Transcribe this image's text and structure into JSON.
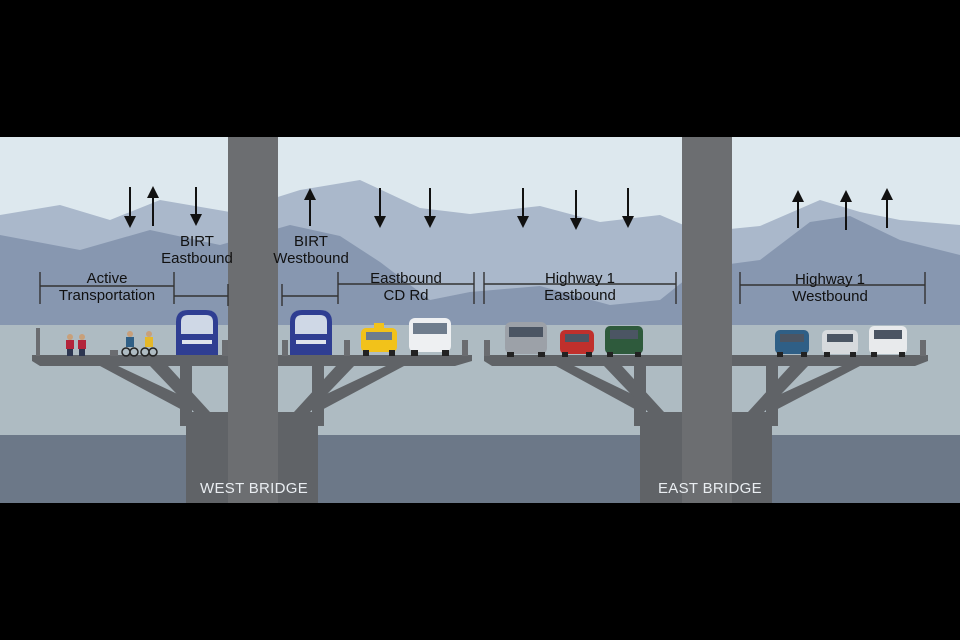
{
  "labels": {
    "active_line1": "Active",
    "active_line2": "Transportation",
    "birt_eb_line1": "BIRT",
    "birt_eb_line2": "Eastbound",
    "birt_wb_line1": "BIRT",
    "birt_wb_line2": "Westbound",
    "cd_line1": "Eastbound",
    "cd_line2": "CD Rd",
    "hwy_eb_line1": "Highway 1",
    "hwy_eb_line2": "Eastbound",
    "hwy_wb_line1": "Highway 1",
    "hwy_wb_line2": "Westbound"
  },
  "bridges": {
    "west": "WEST BRIDGE",
    "east": "EAST BRIDGE"
  },
  "colors": {
    "sky": "#dfe9ee",
    "mountain_far": "#a6b4c8",
    "mountain_near": "#8193ad",
    "ground": "#aab8bf",
    "water": "#6b7787",
    "structure": "#606266",
    "tower": "#6d6f72",
    "train": "#2f3e92",
    "taxi": "#f2c21a"
  },
  "lane_arrows": [
    "down",
    "up",
    "down",
    "up",
    "down",
    "down",
    "down",
    "down",
    "down",
    "up",
    "up",
    "up"
  ]
}
